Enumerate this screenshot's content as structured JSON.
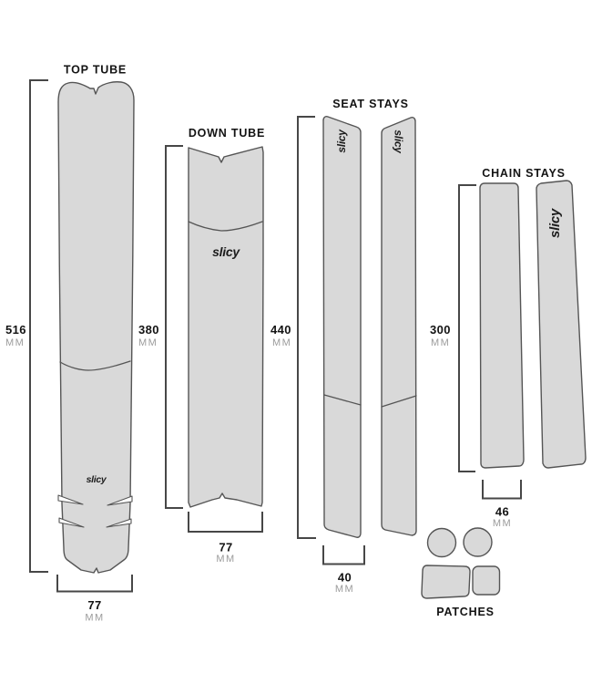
{
  "brand": "slicy",
  "unit": "MM",
  "colors": {
    "background": "#ffffff",
    "piece_fill": "#d9d9d9",
    "piece_outline": "#555555",
    "bracket": "#474747",
    "label_text": "#131313",
    "unit_text": "#9b9b9b",
    "logo_text": "#1c1c1c"
  },
  "parts": {
    "top_tube": {
      "label": "TOP TUBE",
      "length_mm": "516",
      "width_mm": "77"
    },
    "down_tube": {
      "label": "DOWN TUBE",
      "length_mm": "380",
      "width_mm": "77"
    },
    "seat_stays": {
      "label": "SEAT STAYS",
      "length_mm": "440",
      "width_mm": "40"
    },
    "chain_stays": {
      "label": "CHAIN STAYS",
      "length_mm": "300",
      "width_mm": "46"
    },
    "patches": {
      "label": "PATCHES"
    }
  }
}
